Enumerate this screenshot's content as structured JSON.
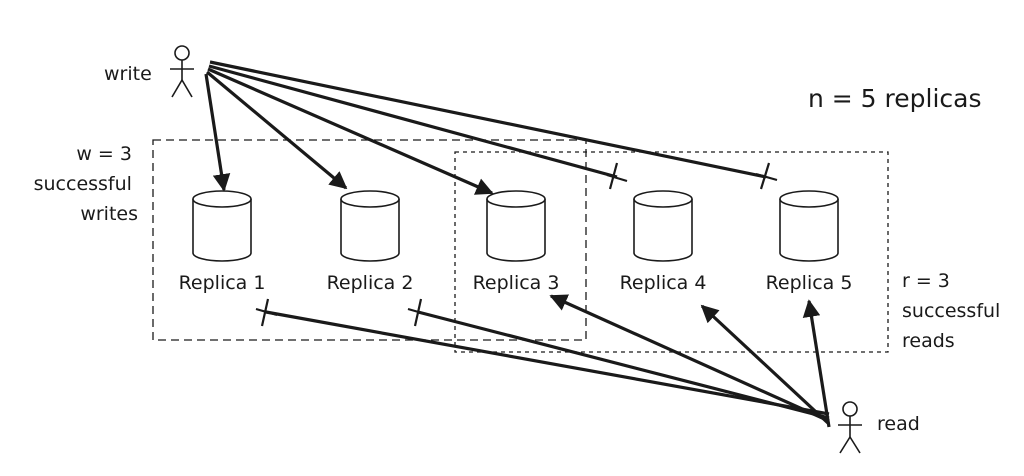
{
  "title": "n = 5 replicas",
  "write_actor": {
    "label": "write"
  },
  "read_actor": {
    "label": "read"
  },
  "write_quorum": {
    "lines": [
      "w = 3",
      "successful",
      "writes"
    ]
  },
  "read_quorum": {
    "lines": [
      "r = 3",
      "successful",
      "reads"
    ]
  },
  "replicas": [
    {
      "name": "Replica 1",
      "write_status": "success",
      "read_status": "failed"
    },
    {
      "name": "Replica 2",
      "write_status": "success",
      "read_status": "failed"
    },
    {
      "name": "Replica 3",
      "write_status": "success",
      "read_status": "success"
    },
    {
      "name": "Replica 4",
      "write_status": "failed",
      "read_status": "success"
    },
    {
      "name": "Replica 5",
      "write_status": "failed",
      "read_status": "success"
    }
  ]
}
